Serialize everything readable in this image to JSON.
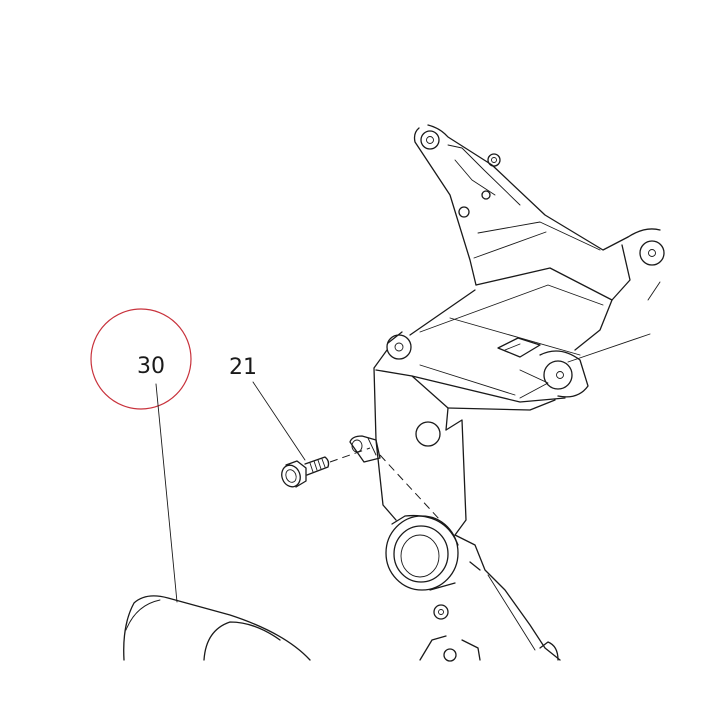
{
  "callouts": [
    {
      "id": "30",
      "label": "30",
      "highlighted": true
    },
    {
      "id": "21",
      "label": "21",
      "highlighted": false
    }
  ],
  "colors": {
    "line": "#1a1a1a",
    "highlight_circle": "#c8323c",
    "background": "#ffffff"
  },
  "parts": {
    "bolt": "hex-flange-bolt",
    "bracket": "frame-bracket-assembly",
    "muffler": "exhaust-muffler"
  }
}
